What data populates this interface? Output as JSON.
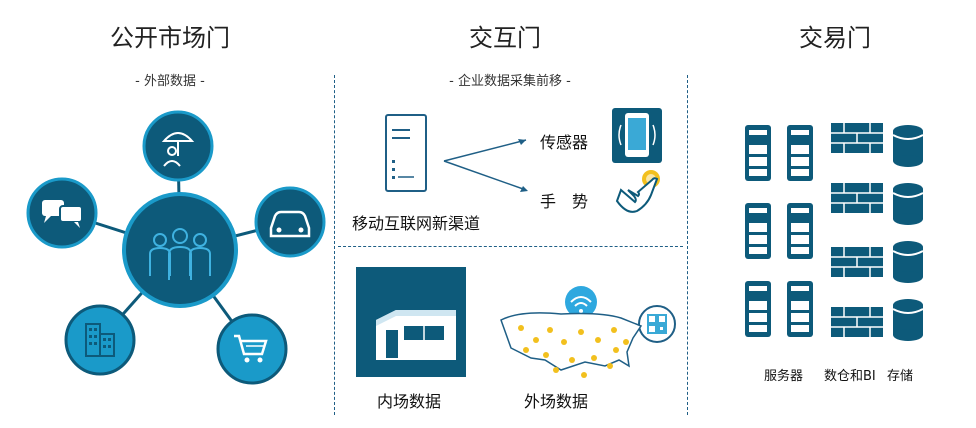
{
  "columns": {
    "public": {
      "title": "公开市场门",
      "subtitle": "- 外部数据 -"
    },
    "interaction": {
      "title": "交互门",
      "subtitle": "- 企业数据采集前移 -"
    },
    "trade": {
      "title": "交易门"
    }
  },
  "interaction": {
    "mobile_channel": "移动互联网新渠道",
    "sensor": "传感器",
    "gesture": "手　势",
    "indoor": "内场数据",
    "outdoor": "外场数据"
  },
  "trade": {
    "servers": "服务器",
    "warehouse_bi": "数仓和BI",
    "storage": "存储"
  },
  "icons": {
    "center": "people-group-icon",
    "satellites": [
      "umbrella-person-icon",
      "chat-bubbles-icon",
      "car-icon",
      "buildings-icon",
      "shopping-cart-icon"
    ]
  },
  "colors": {
    "primary": "#0d5a7a",
    "accent": "#1a9ac9",
    "dot": "#f2c01e"
  }
}
